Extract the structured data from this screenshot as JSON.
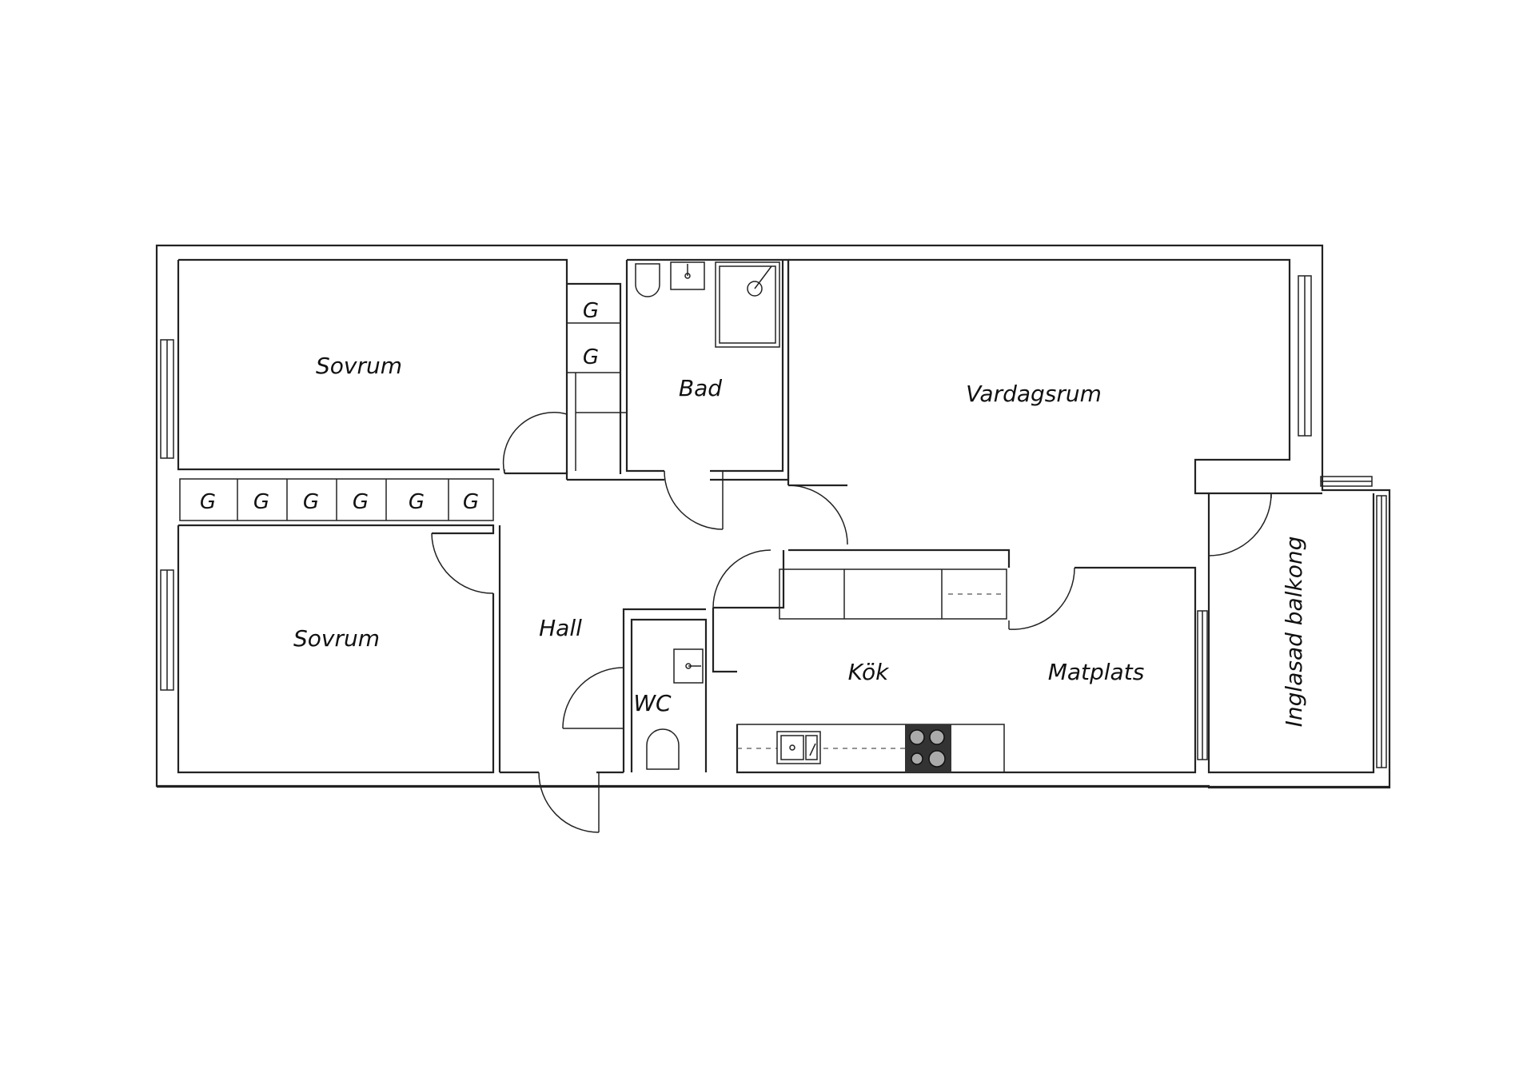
{
  "rooms": {
    "sovrum_1": "Sovrum",
    "sovrum_2": "Sovrum",
    "bad": "Bad",
    "vardagsrum": "Vardagsrum",
    "hall": "Hall",
    "wc": "WC",
    "kok": "Kök",
    "matplats": "Matplats",
    "balkong": "Inglasad balkong"
  },
  "closets": {
    "bath_closet_1": "G",
    "bath_closet_2": "G",
    "hall_closets": [
      "G",
      "G",
      "G",
      "G",
      "G",
      "G"
    ]
  },
  "colors": {
    "wall": "#222222",
    "background": "#ffffff",
    "stove": "#333333"
  }
}
